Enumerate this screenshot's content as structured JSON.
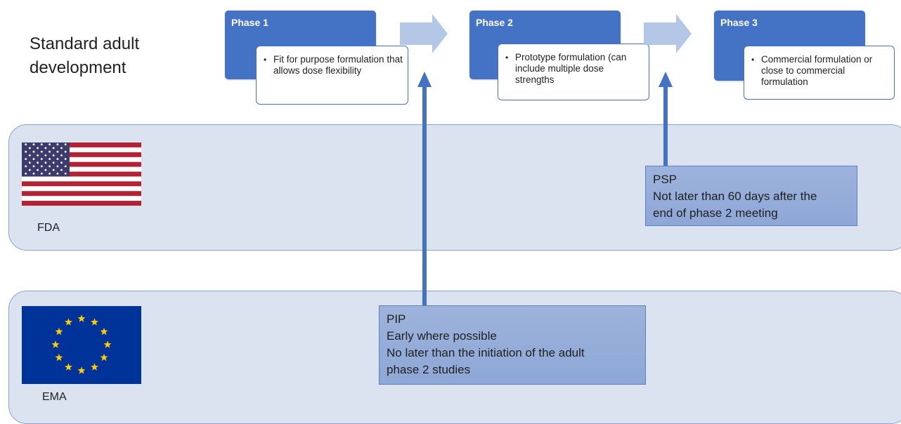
{
  "left_title": "Standard adult\ndevelopment",
  "phases": [
    {
      "label": "Phase 1",
      "note": "Fit for purpose formulation that allows dose flexibility"
    },
    {
      "label": "Phase 2",
      "note": "Prototype formulation (can include multiple dose strengths"
    },
    {
      "label": "Phase 3",
      "note": "Commercial formulation or close to commercial formulation"
    }
  ],
  "fda": {
    "label": "FDA",
    "plan": {
      "title": "PSP",
      "lines": [
        "Not later than 60 days after the",
        "end of phase 2 meeting"
      ]
    }
  },
  "ema": {
    "label": "EMA",
    "plan": {
      "title": "PIP",
      "lines": [
        "Early where possible",
        "No later than the initiation of the adult",
        "phase 2 studies"
      ]
    }
  },
  "colors": {
    "phase_fill": "#4472c4",
    "process_arrow": "#b4c7e7",
    "band_fill": "#dbe3f1",
    "info_fill": "#8ea7d6",
    "pointer_arrow": "#4472c4"
  },
  "icons": {
    "usa": "us-flag-icon",
    "eu": "eu-flag-icon"
  }
}
